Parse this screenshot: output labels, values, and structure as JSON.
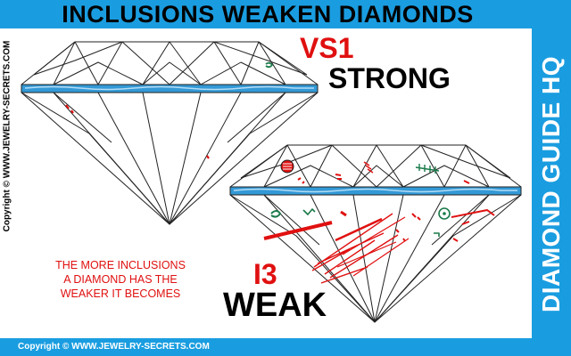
{
  "header": {
    "title": "INCLUSIONS WEAKEN DIAMONDS"
  },
  "sidebar": {
    "label": "DIAMOND GUIDE HQ"
  },
  "left_copyright": "Copyright © WWW.JEWELRY-SECRETS.COM",
  "footer": {
    "copyright": "Copyright © WWW.JEWELRY-SECRETS.COM"
  },
  "grades": {
    "top": {
      "clarity": "VS1",
      "strength": "STRONG"
    },
    "bottom": {
      "clarity": "I3",
      "strength": "WEAK"
    }
  },
  "caption": [
    "THE MORE INCLUSIONS",
    "A DIAMOND HAS THE",
    "WEAKER IT BECOMES"
  ],
  "colors": {
    "brand_blue": "#1a9de0",
    "girdle_blue": "#3399d6",
    "inclusion_red": "#e01010",
    "inclusion_green": "#1a7a4a"
  }
}
